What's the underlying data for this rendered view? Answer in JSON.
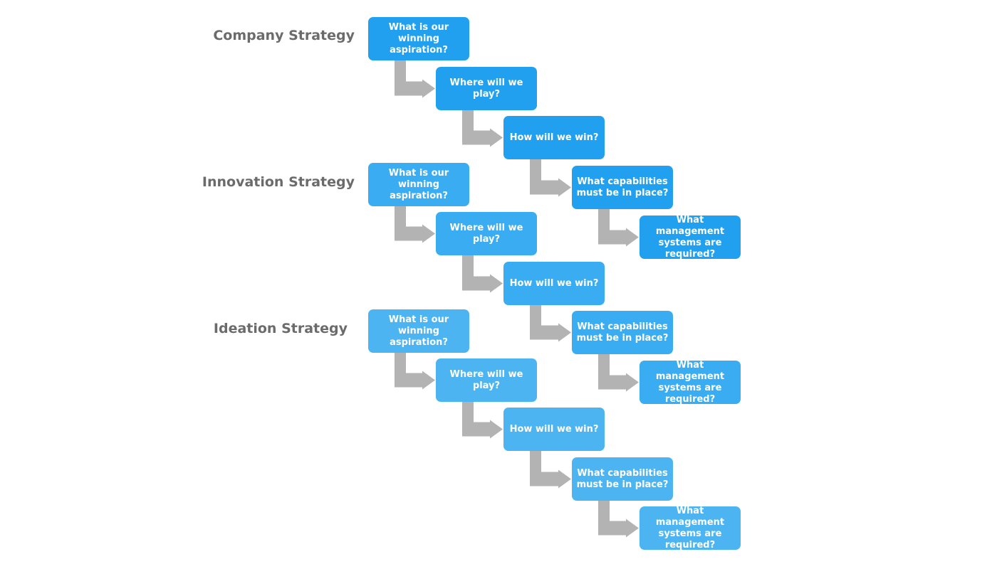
{
  "colors": {
    "arrow": "#b3b3b3",
    "title": "#6b6b6b",
    "group_fills": [
      "#21a0ef",
      "#3aacf1",
      "#4db4f2"
    ]
  },
  "groups": [
    {
      "title": "Company Strategy",
      "steps": [
        "What is our winning aspiration?",
        "Where will we play?",
        "How will we win?",
        "What capabilities must be in place?",
        "What management systems are required?"
      ]
    },
    {
      "title": "Innovation Strategy",
      "steps": [
        "What is our winning aspiration?",
        "Where will we play?",
        "How will we win?",
        "What capabilities must be in place?",
        "What management systems are required?"
      ]
    },
    {
      "title": "Ideation Strategy",
      "steps": [
        "What is our winning aspiration?",
        "Where will we play?",
        "How will we win?",
        "What capabilities must be in place?",
        "What management systems are required?"
      ]
    }
  ]
}
